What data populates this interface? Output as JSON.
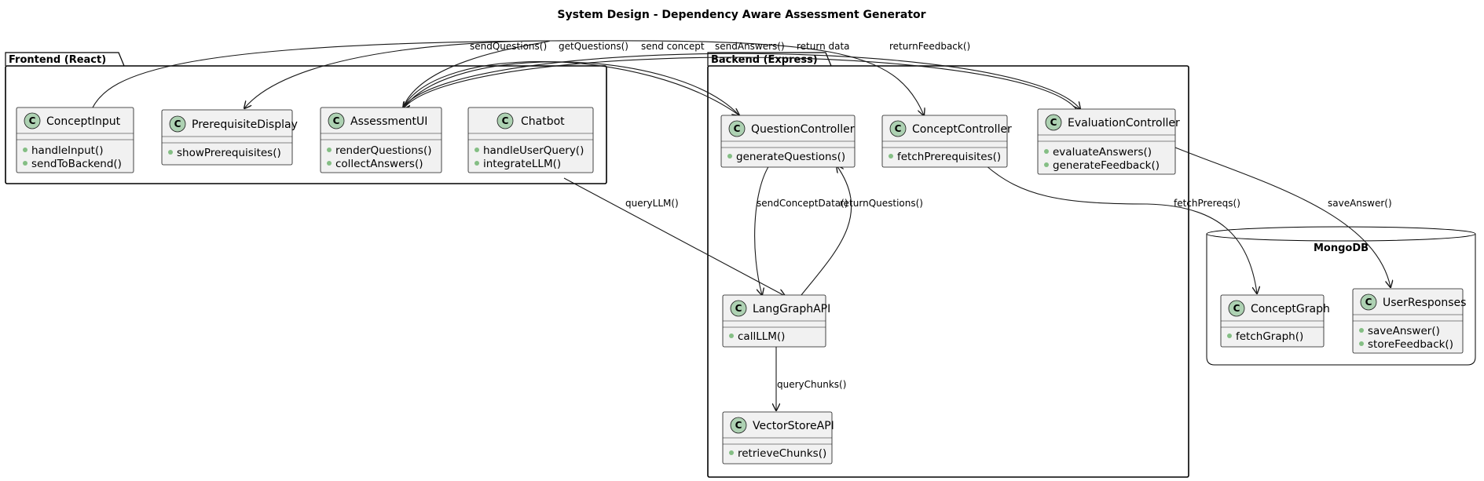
{
  "title": "System Design - Dependency Aware Assessment Generator",
  "packages": {
    "frontend": "Frontend (React)",
    "backend": "Backend (Express)",
    "database": "MongoDB"
  },
  "classes": {
    "concept_input": {
      "name": "ConceptInput",
      "methods": [
        "handleInput()",
        "sendToBackend()"
      ]
    },
    "prerequisite_display": {
      "name": "PrerequisiteDisplay",
      "methods": [
        "showPrerequisites()"
      ]
    },
    "assessment_ui": {
      "name": "AssessmentUI",
      "methods": [
        "renderQuestions()",
        "collectAnswers()"
      ]
    },
    "chatbot": {
      "name": "Chatbot",
      "methods": [
        "handleUserQuery()",
        "integrateLLM()"
      ]
    },
    "question_controller": {
      "name": "QuestionController",
      "methods": [
        "generateQuestions()"
      ]
    },
    "concept_controller": {
      "name": "ConceptController",
      "methods": [
        "fetchPrerequisites()"
      ]
    },
    "evaluation_controller": {
      "name": "EvaluationController",
      "methods": [
        "evaluateAnswers()",
        "generateFeedback()"
      ]
    },
    "langgraph_api": {
      "name": "LangGraphAPI",
      "methods": [
        "callLLM()"
      ]
    },
    "vectorstore_api": {
      "name": "VectorStoreAPI",
      "methods": [
        "retrieveChunks()"
      ]
    },
    "concept_graph": {
      "name": "ConceptGraph",
      "methods": [
        "fetchGraph()"
      ]
    },
    "user_responses": {
      "name": "UserResponses",
      "methods": [
        "saveAnswer()",
        "storeFeedback()"
      ]
    }
  },
  "edges": {
    "send_questions": "sendQuestions()",
    "get_questions": "getQuestions()",
    "send_concept": "send concept",
    "send_answers": "sendAnswers()",
    "return_data": "return data",
    "return_feedback": "returnFeedback()",
    "query_llm": "queryLLM()",
    "send_concept_data": "sendConceptData()",
    "return_questions": "returnQuestions()",
    "fetch_prereqs": "fetchPrereqs()",
    "save_answer": "saveAnswer()",
    "query_chunks": "queryChunks()"
  },
  "colors": {
    "class_fill": "#f1f1f1",
    "class_border": "#181818",
    "circle_fill": "#add1b2",
    "method_dot": "#84be84",
    "line": "#181818"
  },
  "icons": {
    "class_marker": "C"
  }
}
